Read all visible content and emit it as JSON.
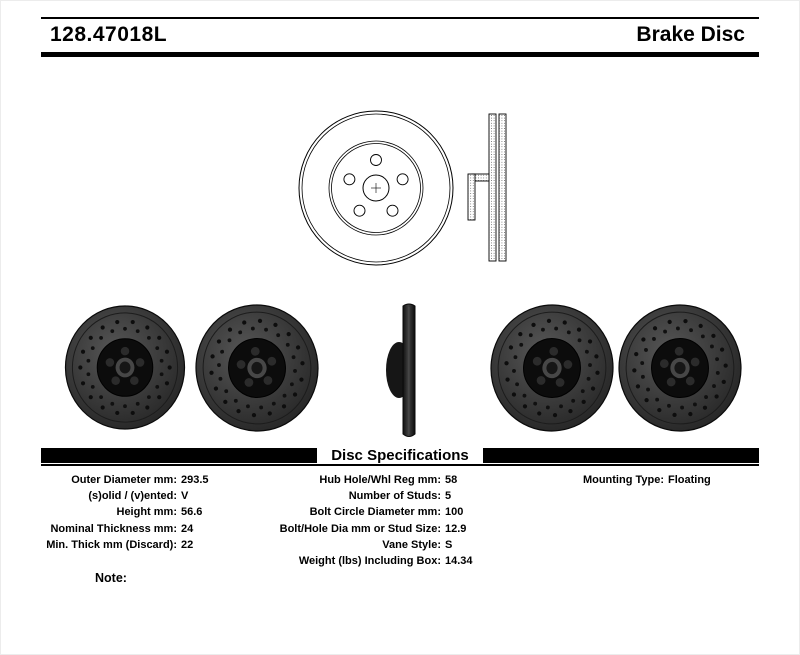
{
  "header": {
    "part_number": "128.47018L",
    "product_type": "Brake Disc"
  },
  "specifications": {
    "title": "Disc Specifications",
    "left": [
      {
        "label": "Outer Diameter mm:",
        "value": "293.5"
      },
      {
        "label": "(s)olid / (v)ented:",
        "value": "V"
      },
      {
        "label": "Height mm:",
        "value": "56.6"
      },
      {
        "label": "Nominal Thickness mm:",
        "value": "24"
      },
      {
        "label": "Min. Thick mm (Discard):",
        "value": "22"
      }
    ],
    "middle": [
      {
        "label": "Hub Hole/Whl Reg mm:",
        "value": "58"
      },
      {
        "label": "Number of Studs:",
        "value": "5"
      },
      {
        "label": "Bolt Circle Diameter mm:",
        "value": "100"
      },
      {
        "label": "Bolt/Hole Dia mm or Stud Size:",
        "value": "12.9"
      },
      {
        "label": "Vane Style:",
        "value": "S"
      },
      {
        "label": "Weight (lbs) Including Box:",
        "value": "14.34"
      }
    ],
    "right": [
      {
        "label": "Mounting Type:",
        "value": "Floating"
      }
    ]
  },
  "note": {
    "label": "Note:"
  },
  "images": {
    "drawing_front": "brake-disc-front-line-drawing",
    "drawing_section": "brake-disc-cross-section-drawing",
    "photos": [
      "drilled-rotor-front-view",
      "drilled-rotor-angled-view",
      "rotor-edge-profile-view",
      "drilled-rotor-angled-view",
      "drilled-rotor-hub-view"
    ]
  },
  "colors": {
    "ink": "#000000",
    "disc_dark": "#141414",
    "disc_mid": "#3a3a3a",
    "background": "#ffffff"
  }
}
